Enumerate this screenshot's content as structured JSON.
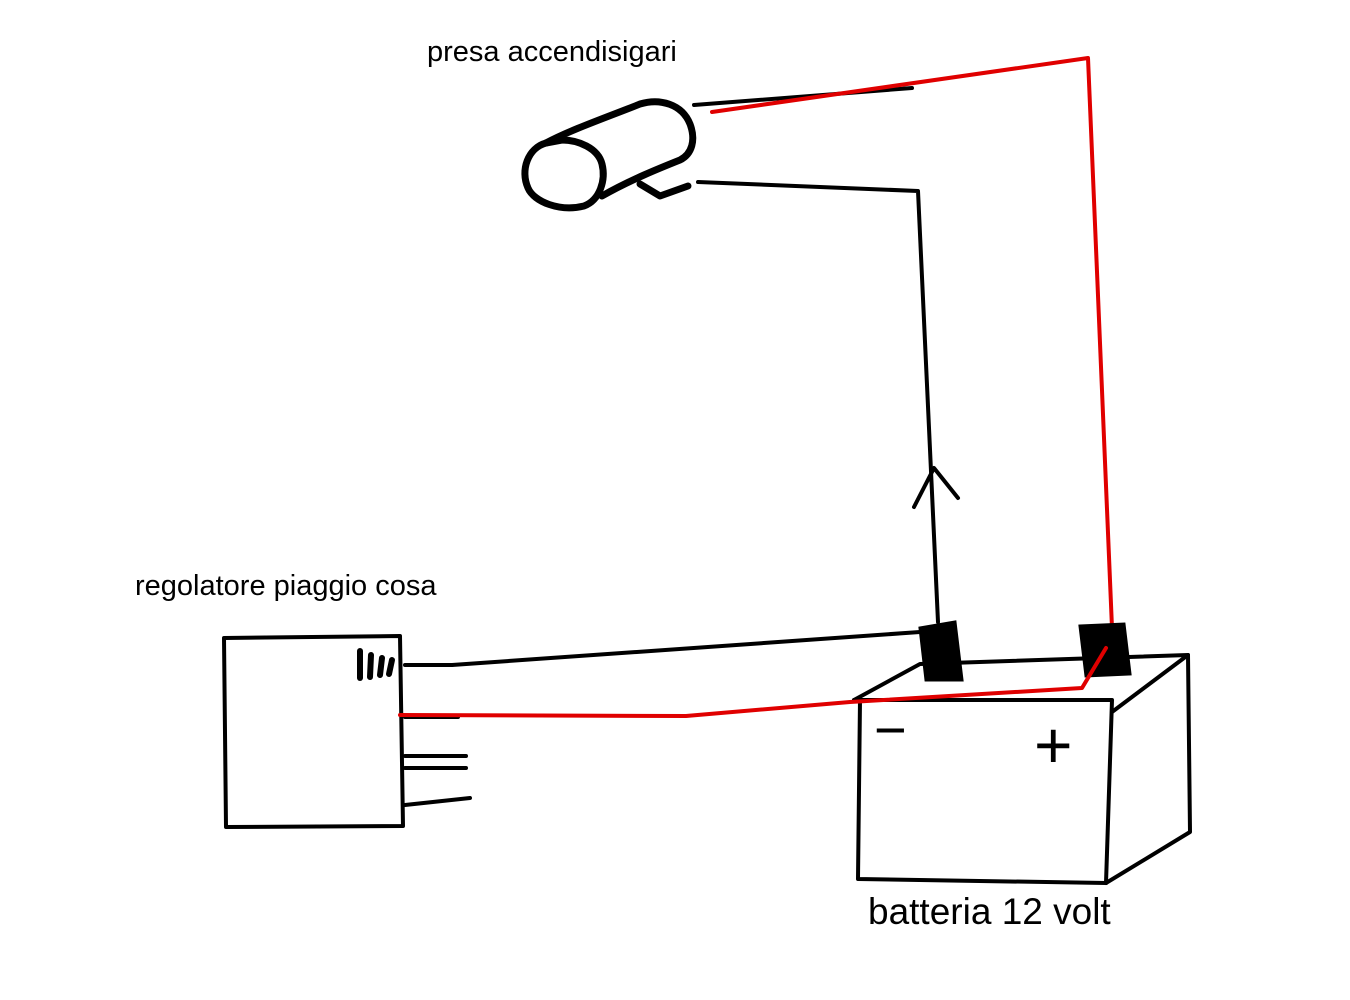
{
  "labels": {
    "lighter_socket": "presa accendisigari",
    "regulator": "regolatore piaggio cosa",
    "battery": "batteria 12 volt"
  },
  "battery_terminals": {
    "negative": "−",
    "positive": "+"
  },
  "colors": {
    "positive_wire": "#e00000",
    "negative_wire": "#000000",
    "outline": "#000000",
    "background": "#ffffff"
  }
}
